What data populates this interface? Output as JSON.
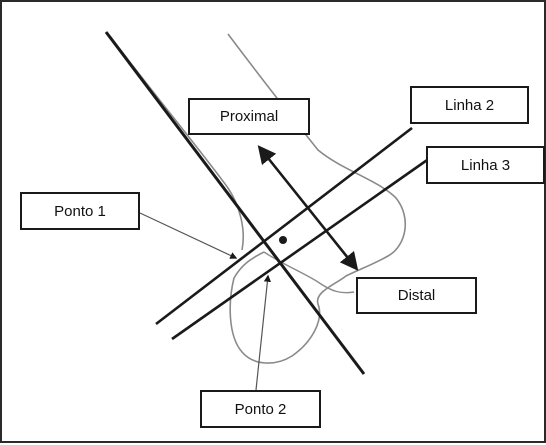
{
  "labels": {
    "proximal": "Proximal",
    "linha2": "Linha 2",
    "linha3": "Linha 3",
    "ponto1": "Ponto 1",
    "distal": "Distal",
    "ponto2": "Ponto 2"
  },
  "colors": {
    "ink": "#1a1a1a",
    "outline": "#8a8a8a",
    "frame": "#2a2a2a",
    "background": "#ffffff"
  }
}
